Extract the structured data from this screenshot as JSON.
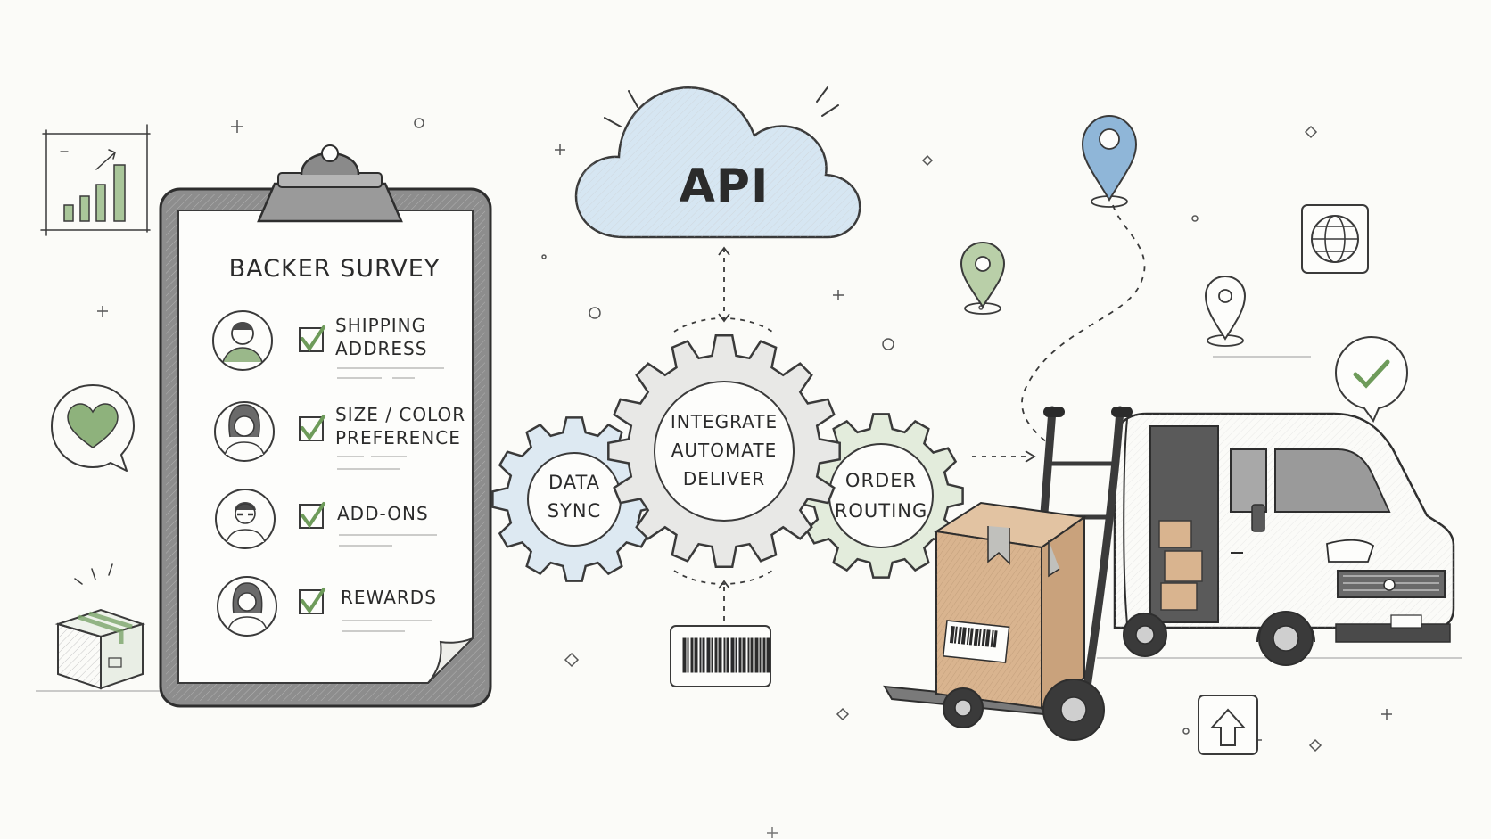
{
  "survey": {
    "title": "BACKER SURVEY",
    "items": [
      {
        "line1": "SHIPPING",
        "line2": "ADDRESS"
      },
      {
        "line1": "SIZE / COLOR",
        "line2": "PREFERENCE"
      },
      {
        "line1": "ADD-ONS",
        "line2": ""
      },
      {
        "line1": "REWARDS",
        "line2": ""
      }
    ]
  },
  "cloud": {
    "label": "API"
  },
  "gears": {
    "left": {
      "line1": "DATA",
      "line2": "SYNC"
    },
    "center": {
      "line1": "INTEGRATE",
      "line2": "AUTOMATE",
      "line3": "DELIVER"
    },
    "right": {
      "line1": "ORDER",
      "line2": "ROUTING"
    }
  },
  "icons": {
    "chart": "bar-chart-icon",
    "heart": "heart-speech-bubble-icon",
    "box": "package-box-icon",
    "barcode": "barcode-icon",
    "pins": "map-pin-icon",
    "globe": "globe-icon",
    "check": "checkmark-speech-bubble-icon",
    "upload": "upload-arrow-icon",
    "van": "delivery-van-icon",
    "dolly": "hand-truck-icon"
  },
  "colors": {
    "ink": "#2b2b2b",
    "cloud_blue": "#cfe2ef",
    "gear_blue": "#dde9f2",
    "gear_green": "#e3ecdc",
    "accent_green": "#7aa46a",
    "pin_blue": "#8fb6d8",
    "cardboard": "#d9b48f"
  }
}
